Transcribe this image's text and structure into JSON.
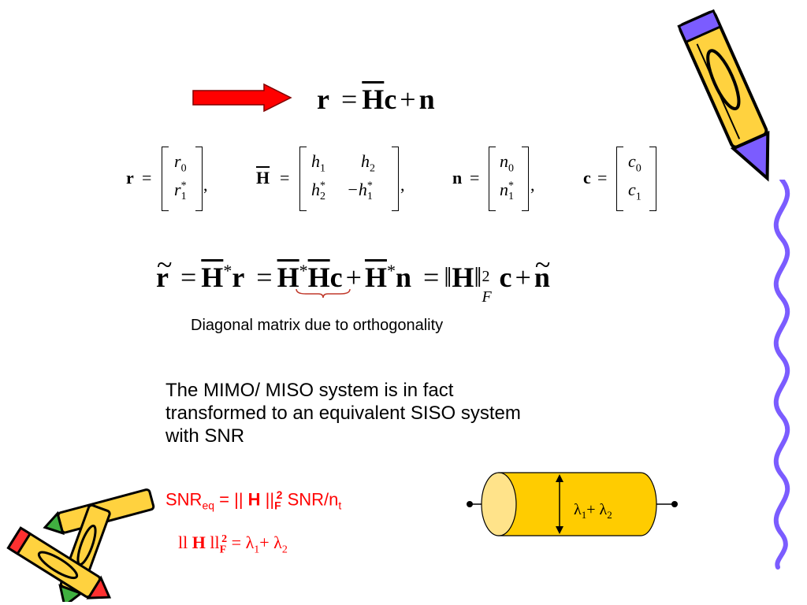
{
  "eq1": {
    "lhs": "r",
    "eq": "=",
    "H": "H",
    "c": "c",
    "plus": "+",
    "n": "n"
  },
  "defs": {
    "r": {
      "name": "r",
      "eq": "=",
      "a": "r",
      "a_sub": "0",
      "b": "r",
      "b_sup": "*",
      "b_sub": "1",
      "comma": ","
    },
    "H": {
      "name": "H",
      "eq": "=",
      "h1": "h",
      "h1_sub": "1",
      "h2": "h",
      "h2_sub": "2",
      "h3": "h",
      "h3_sup": "*",
      "h3_sub": "2",
      "h4": "−h",
      "h4_sup": "*",
      "h4_sub": "1",
      "comma": ","
    },
    "n": {
      "name": "n",
      "eq": "=",
      "a": "n",
      "a_sub": "0",
      "b": "n",
      "b_sup": "*",
      "b_sub": "1",
      "comma": ","
    },
    "c": {
      "name": "c",
      "eq": "=",
      "a": "c",
      "a_sub": "0",
      "b": "c",
      "b_sub": "1"
    }
  },
  "eq2": {
    "r_tilde": "r",
    "eq1": "=",
    "H1": "H",
    "star1": "*",
    "r": "r",
    "eq2": "=",
    "H2": "H",
    "star2": "*",
    "H3": "H",
    "c": "c",
    "plus1": "+",
    "H4": "H",
    "star3": "*",
    "n": "n",
    "eq3": "=",
    "norm_open": "‖",
    "Hn": "H",
    "norm_close": "‖",
    "sq": "2",
    "F": "F",
    "c2": "c",
    "plus2": "+",
    "n_tilde": "n"
  },
  "caption": "Diagonal matrix due to orthogonality",
  "paragraph": [
    "The MIMO/ MISO system is in fact",
    "transformed to an equivalent SISO system",
    "with SNR"
  ],
  "snr": {
    "a": "SNR",
    "eq_sub": "eq",
    "b": " = || ",
    "H": "H",
    "c": " ||",
    "F": "F",
    "sq": "2",
    "d": " SNR/n",
    "t": "t"
  },
  "lambda_line": {
    "a": "ll ",
    "H": "H",
    "b": " ll",
    "F": "F",
    "sq": "2",
    "c": " = λ",
    "one": "1",
    "plus": "+ λ",
    "two": "2"
  },
  "cylinder_label": {
    "l1": "λ",
    "one": "1",
    "plus": "+ λ",
    "two": "2"
  },
  "colors": {
    "arrow": "#ff0000",
    "red_text": "#ff0000",
    "cylinder": "#ffcc00",
    "cylinder_cap": "#ffe38a",
    "underbrace": "#c0392b"
  },
  "icons": [
    "right-arrow-icon",
    "pencil-icon",
    "squiggle-line-icon",
    "cylinder-icon"
  ]
}
